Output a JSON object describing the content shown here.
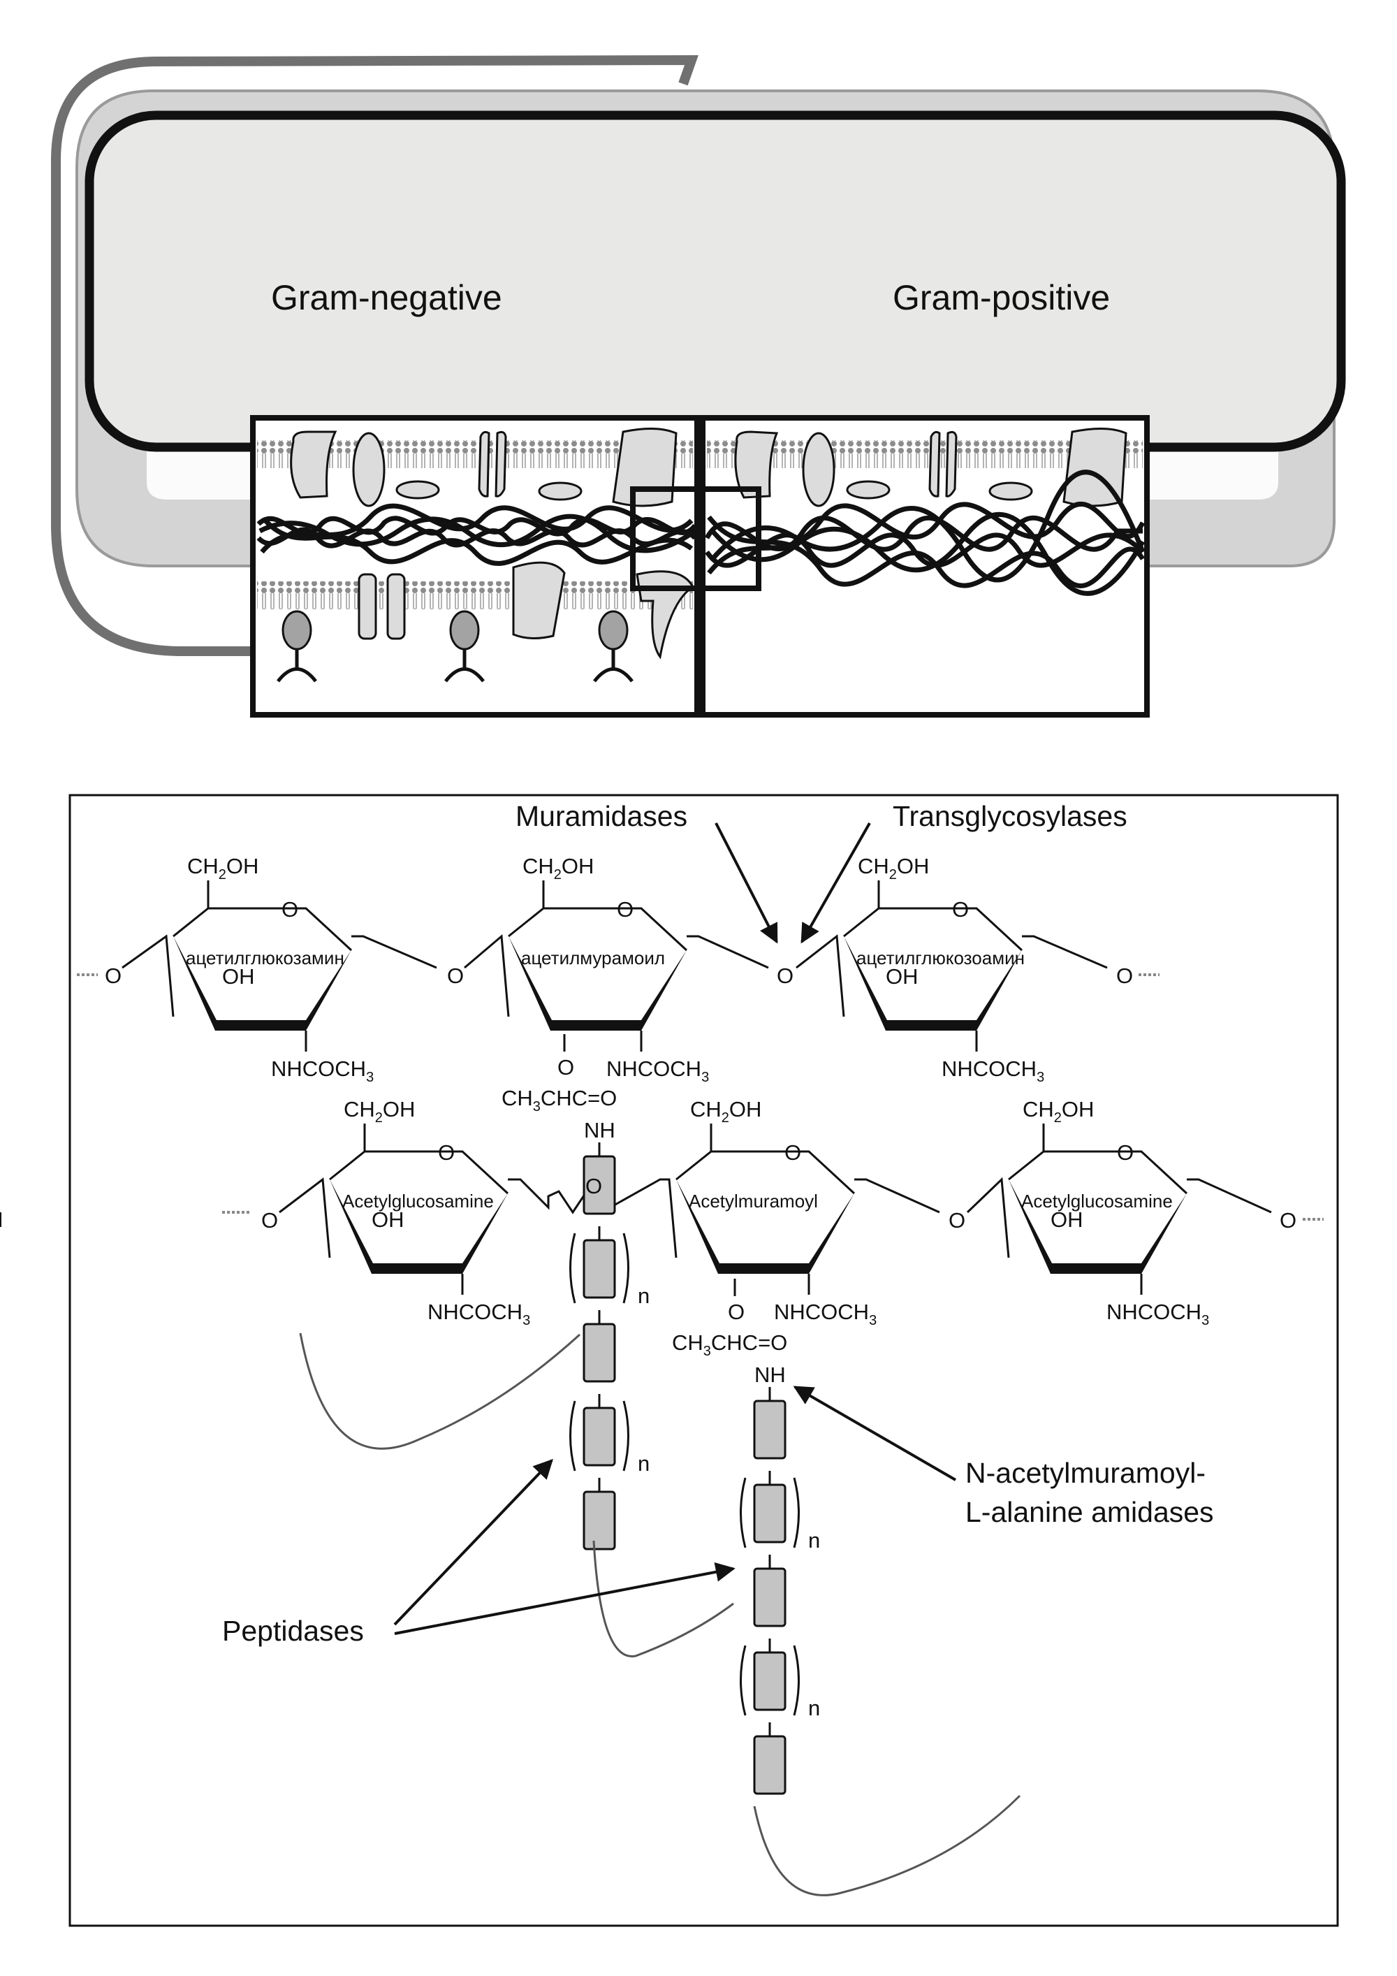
{
  "cell": {
    "label_left": "Gram-negative",
    "label_right": "Gram-positive"
  },
  "enzymes": {
    "muramidases": "Muramidases",
    "transglycosylases": "Transglycosylases",
    "amidases_line1": "N-acetylmuramoyl-",
    "amidases_line2": "L-alanine amidases",
    "peptidases": "Peptidases"
  },
  "top_row": {
    "sugar1": "ацетилглюкозамин",
    "sugar2": "ацетилмурамоил",
    "sugar3": "ацетилглюкозоамин"
  },
  "bottom_row": {
    "sugar1": "Acetylglucosamine",
    "sugar2": "Acetylmuramoyl",
    "sugar3": "Acetylglucosamine"
  },
  "chem": {
    "ring_oxygen": "O",
    "link_oxygen": "O",
    "oh": "OH",
    "ch2oh_main": "CH",
    "ch2oh_sub": "2",
    "ch2oh_tail": "OH",
    "nhcoch_main": "NHCOCH",
    "nhcoch_sub": "3",
    "lactyl_o": "O",
    "lactyl_ch": "CH",
    "lactyl_sub": "3",
    "lactyl_tail": "CHC=O",
    "nh": "NH",
    "repeat_n": "n"
  }
}
